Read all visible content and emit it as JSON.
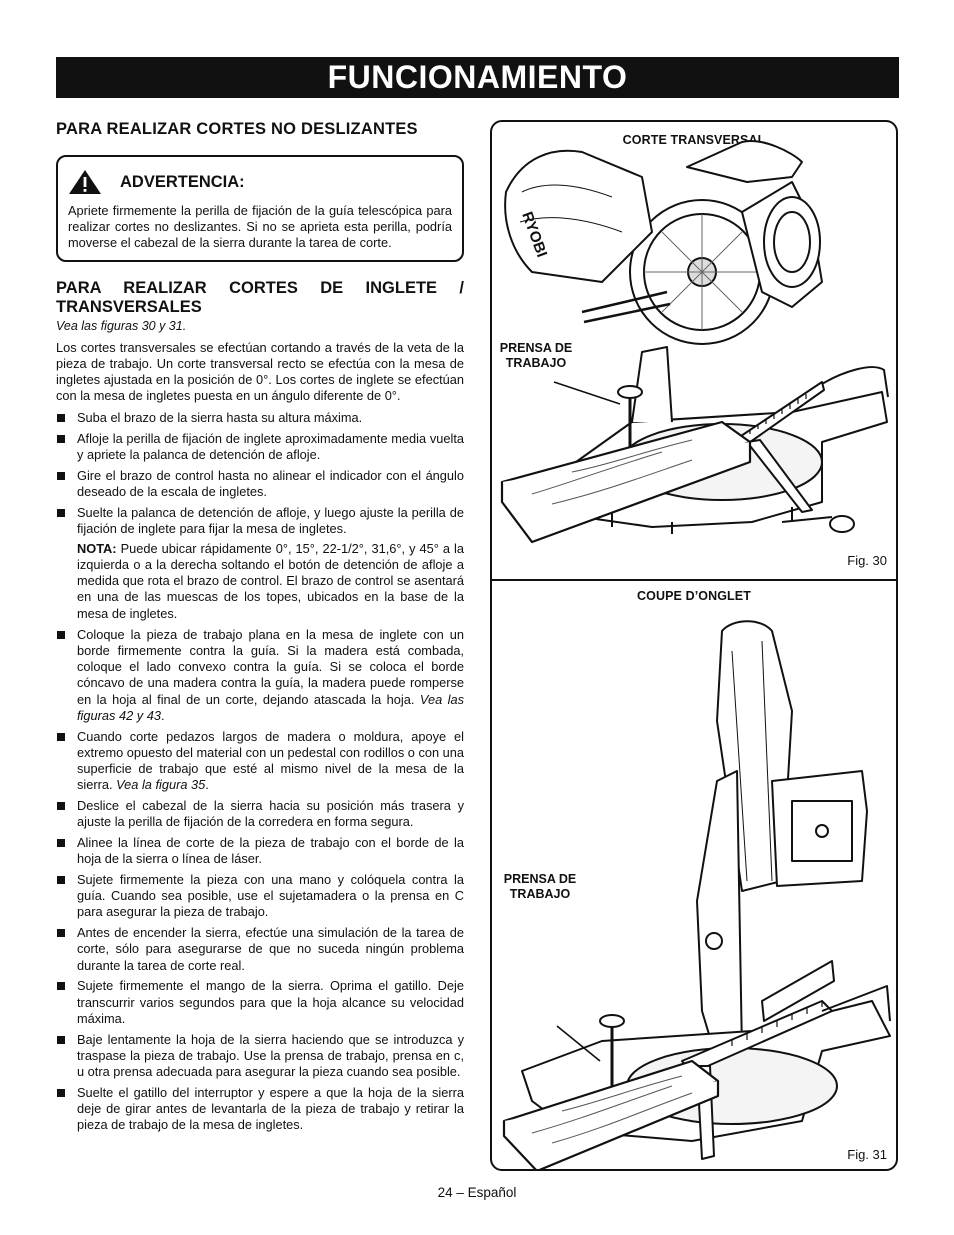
{
  "title": "FUNCIONAMIENTO",
  "section1": {
    "heading": "PARA REALIZAR CORTES NO DESLIZANTES",
    "warning_title": "ADVERTENCIA:",
    "warning_text": "Apriete firmemente la perilla de fijación de la guía telescópica para realizar cortes no deslizantes. Si no se aprieta esta perilla, podría moverse el cabezal de la sierra durante la tarea de corte."
  },
  "section2": {
    "heading_line1": "PARA REALIZAR CORTES DE INGLETE /",
    "heading_line2": "TRANSVERSALES",
    "ref": "Vea las figuras 30 y 31.",
    "intro": "Los cortes transversales se efectúan cortando a través de la veta de la pieza de trabajo. Un corte transversal recto se efectúa con la mesa de ingletes ajustada en la posición de 0°. Los cortes de inglete se efectúan con la mesa de ingletes puesta en un ángulo diferente de 0°.",
    "bullets": [
      {
        "text": "Suba el brazo de la sierra hasta su altura máxima."
      },
      {
        "text": "Afloje la perilla de fijación de inglete aproximadamente media vuelta y apriete la palanca de detención de afloje."
      },
      {
        "text": "Gire el brazo de control hasta no alinear el indicador con el ángulo deseado de la escala de ingletes."
      },
      {
        "text": "Suelte la palanca de detención de afloje, y luego ajuste la perilla de fijación de inglete para fijar la mesa de ingletes."
      }
    ],
    "note_label": "NOTA:",
    "note_text": " Puede ubicar rápidamente 0°, 15°, 22-1/2°, 31,6°, y 45° a la izquierda o a la derecha soltando el botón de detención de afloje a medida que rota el brazo de control. El brazo de control se asentará en una de las muescas de los topes, ubicados en la base de la mesa de ingletes.",
    "bullet5_text": "Coloque la pieza de trabajo plana en la mesa de inglete con un borde firmemente contra la guía. Si la madera está combada, coloque el lado convexo contra la guía. Si se coloca el borde cóncavo de una madera contra la guía, la madera puede romperse en la hoja al final de un corte, dejando atascada la hoja. ",
    "bullet5_ref": "Vea las figuras 42 y 43",
    "bullet6_text": "Cuando corte pedazos largos de madera o moldura, apoye el extremo opuesto del material con un pedestal con rodillos o con una superficie de trabajo que esté al mismo nivel de la mesa de la sierra. ",
    "bullet6_ref": "Vea la figura 35",
    "period": ".",
    "bullets2": [
      "Deslice el cabezal de la sierra hacia su posición más trasera y ajuste la perilla de fijación de la corredera en forma segura.",
      "Alinee la línea de corte de la pieza de trabajo con el borde de la hoja de la sierra o línea de láser.",
      "Sujete firmemente la pieza con una mano y colóquela contra la guía. Cuando sea posible, use el sujetamadera o la prensa en C para asegurar la pieza de trabajo.",
      "Antes de encender la sierra, efectúe una simulación de la tarea de corte, sólo para asegurarse de que no suceda ningún problema durante la tarea de corte real.",
      "Sujete firmemente el mango de la sierra. Oprima el gatillo. Deje transcurrir varios segundos para que la hoja alcance su velocidad máxima.",
      "Baje lentamente la hoja de la sierra haciendo que se introduzca y traspase la pieza de trabajo. Use la prensa de trabajo, prensa en c, u otra prensa adecuada para asegurar la pieza cuando sea posible.",
      "Suelte el gatillo del interruptor y espere a que la hoja de la sierra deje de girar antes de levantarla de la pieza de  trabajo y retirar la pieza de trabajo de la mesa de ingletes."
    ]
  },
  "figure30": {
    "title": "CORTE TRANSVERSAL",
    "label_line1": "PRENSA DE",
    "label_line2": "TRABAJO",
    "brand": "RYOBI",
    "fig": "Fig. 30"
  },
  "figure31": {
    "title": "COUPE D’ONGLET",
    "label_line1": "PRENSA DE",
    "label_line2": "TRABAJO",
    "fig": "Fig. 31"
  },
  "footer": "24 – Español"
}
